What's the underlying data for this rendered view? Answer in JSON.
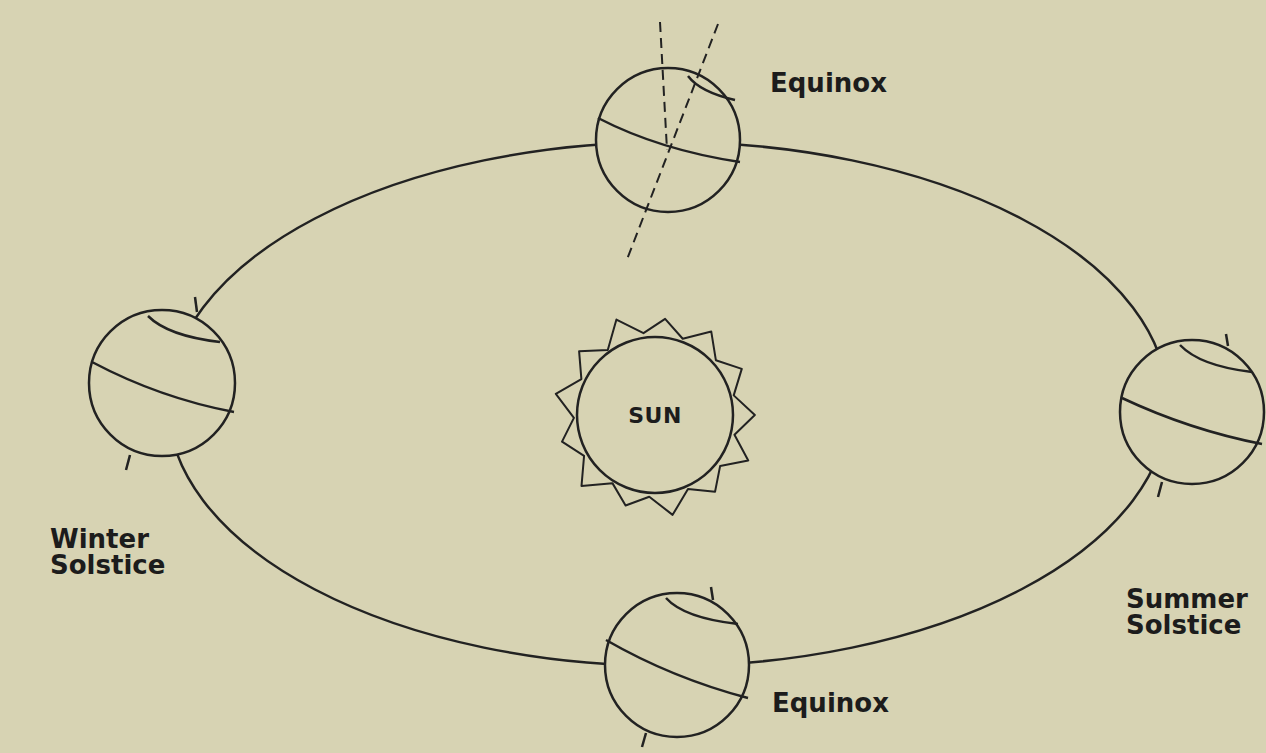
{
  "diagram": {
    "nodes": [
      {
        "text": [
          "SUN"
        ]
      }
    ],
    "labels": [
      "Equinox",
      "Winter Solstice",
      "Summer Solstice",
      "Equinox"
    ]
  }
}
